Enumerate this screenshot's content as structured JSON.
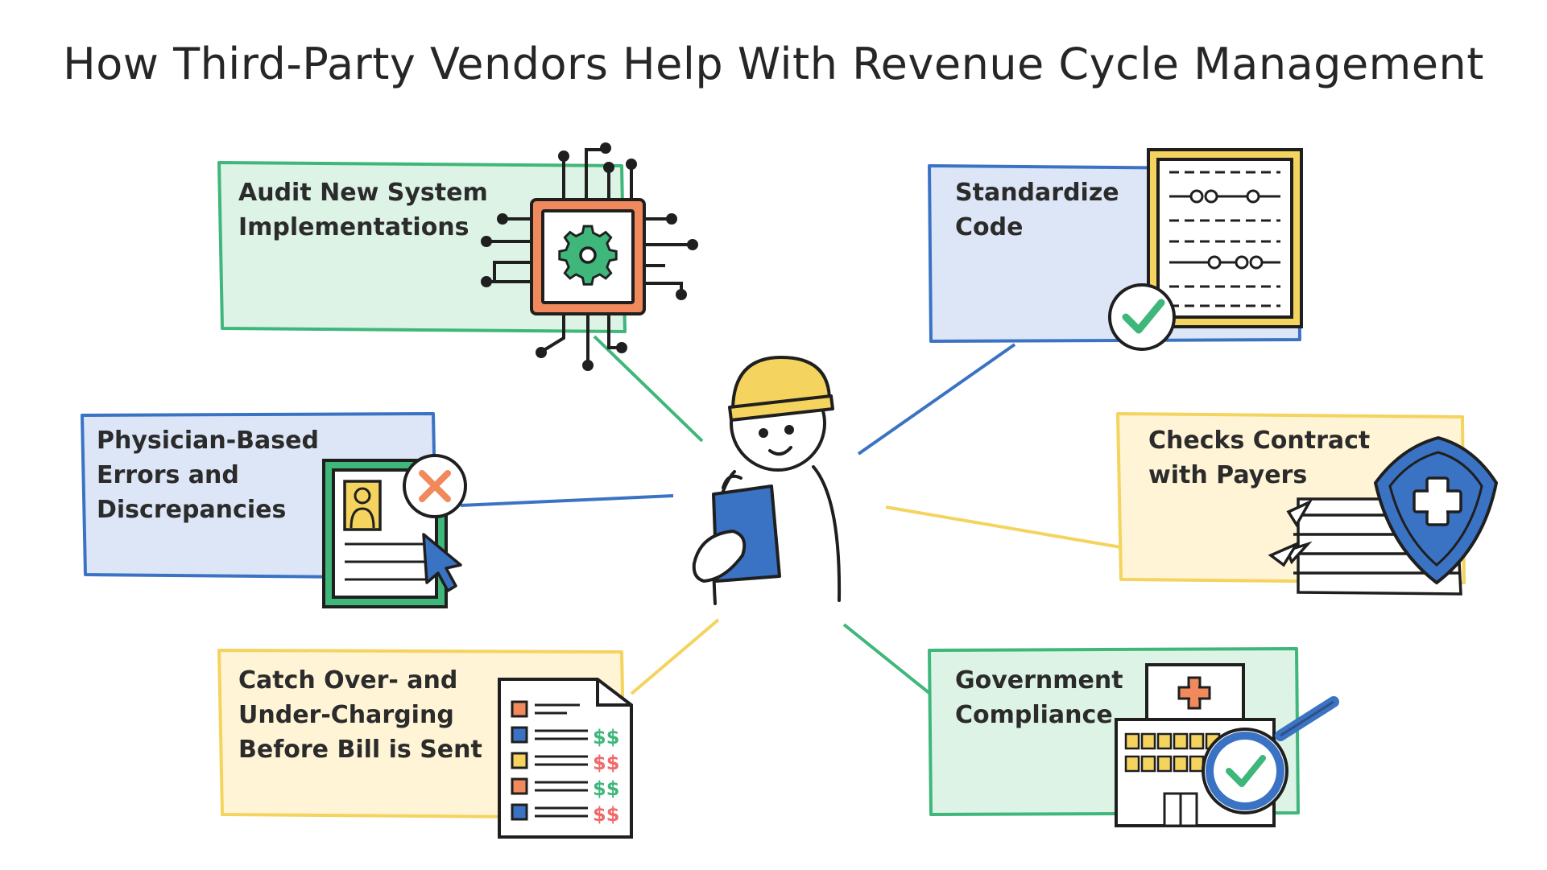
{
  "title": "How Third-Party Vendors Help With Revenue Cycle Management",
  "colors": {
    "green": "#3fb67a",
    "green_fill": "#dcf3e6",
    "blue": "#3b73c4",
    "blue_fill": "#dde6f6",
    "yellow": "#f4d35e",
    "yellow_fill": "#fff5d6",
    "orange": "#f08a5d",
    "red": "#f06a6a",
    "ink": "#1f1f1f"
  },
  "cards": {
    "audit": {
      "line1": "Audit New System",
      "line2": "Implementations",
      "icon": "circuit-chip-gear-icon"
    },
    "standardize": {
      "line1": "Standardize",
      "line2": "Code",
      "icon": "code-document-check-icon"
    },
    "physician": {
      "line1": "Physician-Based",
      "line2": "Errors and",
      "line3": "Discrepancies",
      "icon": "profile-error-cursor-icon"
    },
    "contract": {
      "line1": "Checks Contract",
      "line2": "with Payers",
      "icon": "shield-papers-icon"
    },
    "charging": {
      "line1": "Catch Over- and",
      "line2": "Under-Charging",
      "line3": "Before Bill is Sent",
      "icon": "bill-checklist-icon"
    },
    "compliance": {
      "line1": "Government",
      "line2": "Compliance",
      "icon": "hospital-magnifier-icon"
    }
  },
  "bill_marks": [
    "$$",
    "$$",
    "$$",
    "$$"
  ],
  "center_figure": "worker-hardhat-clipboard-icon"
}
